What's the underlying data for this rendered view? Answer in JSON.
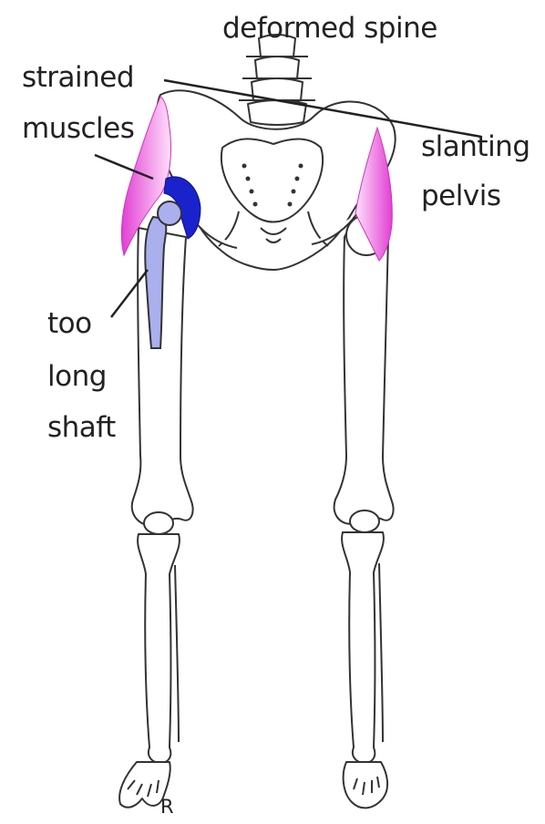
{
  "labels": {
    "deformed_spine": "deformed  spine",
    "strained_line1": "strained",
    "strained_line2": "muscles",
    "slanting_line1": "slanting",
    "slanting_line2": "pelvis",
    "shaft_line1": "too",
    "shaft_line2": "long",
    "shaft_line3": "shaft",
    "side_marker": "R"
  },
  "colors": {
    "bone_outline": "#333333",
    "muscle": "#ee55dd",
    "implant_cup": "#1a22cc",
    "implant_stem": "#aab0ee",
    "text": "#222222"
  }
}
